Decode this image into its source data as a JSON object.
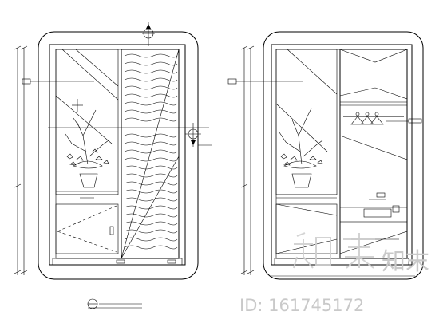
{
  "watermark": {
    "brand_cn": "知末",
    "id_label": "ID: 161745172"
  },
  "colors": {
    "line": "#000000",
    "watermark": "#c9c9c9",
    "background": "#ffffff"
  },
  "elevations": [
    {
      "name": "left-elevation",
      "door": "wave-panel"
    },
    {
      "name": "right-elevation",
      "door": "open-with-hanger"
    }
  ]
}
